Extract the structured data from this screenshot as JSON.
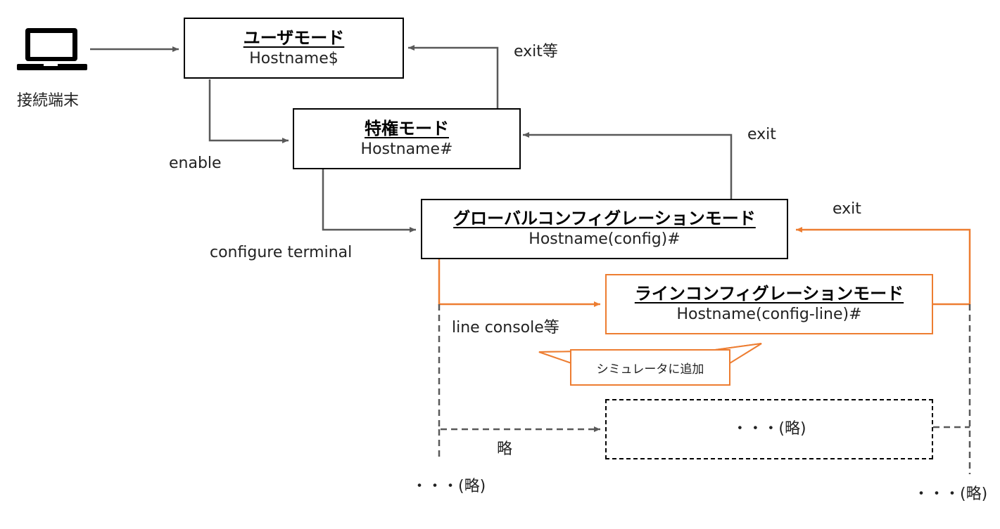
{
  "terminal": {
    "label": "接続端末",
    "icon": "laptop-icon"
  },
  "nodes": {
    "user_mode": {
      "title": "ユーザモード",
      "prompt": "Hostname$"
    },
    "priv_mode": {
      "title": "特権モード",
      "prompt": "Hostname#"
    },
    "global_mode": {
      "title": "グローバルコンフィグレーションモード",
      "prompt": "Hostname(config)#"
    },
    "line_mode": {
      "title": "ラインコンフィグレーションモード",
      "prompt": "Hostname(config-line)#"
    },
    "omitted_box": {
      "text": "・・・(略)"
    }
  },
  "edge_labels": {
    "exit_to_user": "exit等",
    "enable": "enable",
    "exit_to_priv": "exit",
    "configure_terminal": "configure terminal",
    "exit_to_global": "exit",
    "line_console": "line console等",
    "abbrev": "略",
    "omitted_left": "・・・(略)",
    "omitted_right": "・・・(略)"
  },
  "callout": {
    "text": "シミュレータに追加"
  },
  "colors": {
    "default_edge": "#595959",
    "highlight": "#ED7D31",
    "box_border": "#000000"
  }
}
